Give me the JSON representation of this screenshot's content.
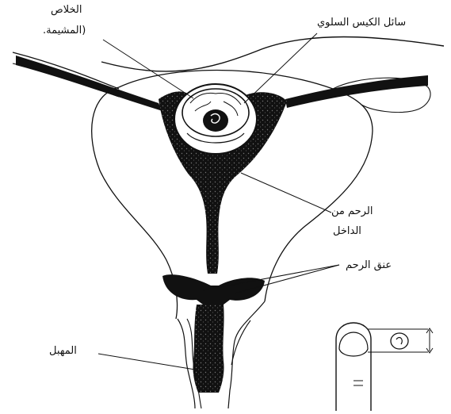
{
  "labels": {
    "placenta_line1": "الخلاص",
    "placenta_line2": "(المشيمة.",
    "amniotic_fluid": "سائل الكيس السلوي",
    "uterus_inside_line1": "الرحم من",
    "uterus_inside_line2": "الداخل",
    "cervix": "عنق الرحم",
    "vagina": "المهبل"
  },
  "colors": {
    "ink": "#111111",
    "paper": "#ffffff"
  }
}
